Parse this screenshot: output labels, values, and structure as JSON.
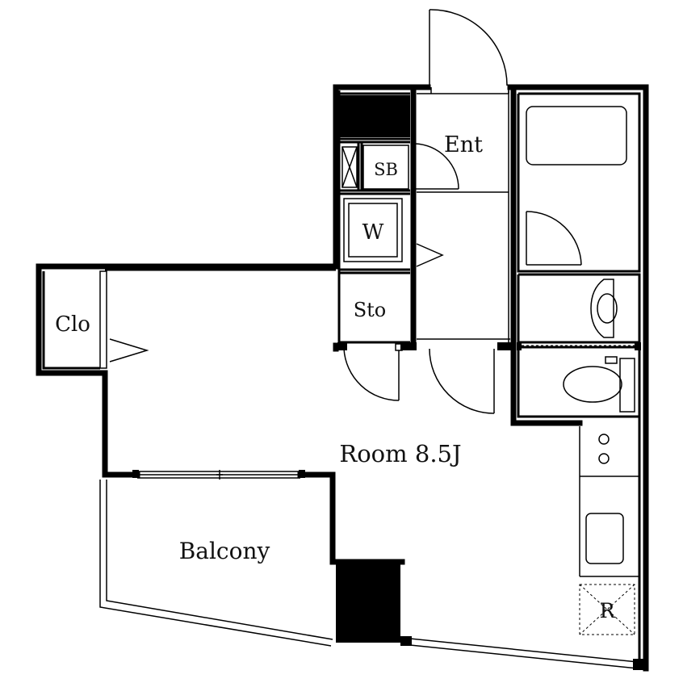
{
  "labels": {
    "entrance": "Ent",
    "shoe_box": "SB",
    "washer": "W",
    "storage": "Sto",
    "closet": "Clo",
    "room": "Room 8.5J",
    "balcony": "Balcony",
    "refrigerator": "R"
  }
}
